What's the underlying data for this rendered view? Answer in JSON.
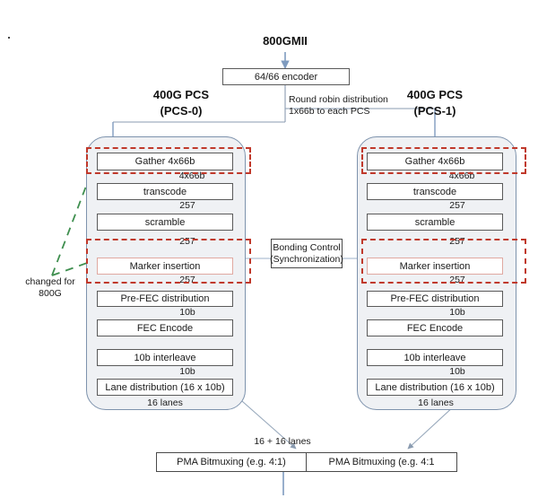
{
  "diagram": {
    "top_label": "800GMII",
    "encoder_box": "64/66 encoder",
    "distribution_note_line1": "Round robin distribution",
    "distribution_note_line2": "1x66b to each PCS",
    "changed_note_line1": "changed for",
    "changed_note_line2": "800G",
    "bonding_line1": "Bonding Control",
    "bonding_line2": "(Synchronization)",
    "combined_lanes_label": "16 + 16 lanes"
  },
  "pcs_left": {
    "title_line1": "400G PCS",
    "title_line2": "(PCS-0)",
    "lanes_label": "16 lanes",
    "blocks": [
      {
        "label": "Gather 4x66b"
      },
      {
        "label": "transcode"
      },
      {
        "label": "scramble"
      },
      {
        "label": "Marker insertion"
      },
      {
        "label": "Pre-FEC distribution"
      },
      {
        "label": "FEC Encode"
      },
      {
        "label": "10b interleave"
      },
      {
        "label": "Lane distribution  (16 x 10b)"
      }
    ],
    "signals": [
      "4x66b",
      "257",
      "257",
      "257",
      "10b",
      "",
      "10b"
    ]
  },
  "pcs_right": {
    "title_line1": "400G PCS",
    "title_line2": "(PCS-1)",
    "lanes_label": "16 lanes",
    "blocks": [
      {
        "label": "Gather 4x66b"
      },
      {
        "label": "transcode"
      },
      {
        "label": "scramble"
      },
      {
        "label": "Marker insertion"
      },
      {
        "label": "Pre-FEC distribution"
      },
      {
        "label": "FEC Encode"
      },
      {
        "label": "10b interleave"
      },
      {
        "label": "Lane distribution  (16 x 10b)"
      }
    ],
    "signals": [
      "4x66b",
      "257",
      "257",
      "257",
      "10b",
      "",
      "10b"
    ]
  },
  "pma": {
    "left_label": "PMA Bitmuxing  (e.g. 4:1)",
    "right_label": "PMA Bitmuxing  (e.g. 4:1"
  },
  "colors": {
    "highlight_red": "#c0392b",
    "panel_fill": "#eff1f4",
    "panel_border": "#7e93ad",
    "arrow_blue": "#7f9bbf",
    "green_callout": "#3f8f4f",
    "box_border": "#5a5a5a"
  }
}
